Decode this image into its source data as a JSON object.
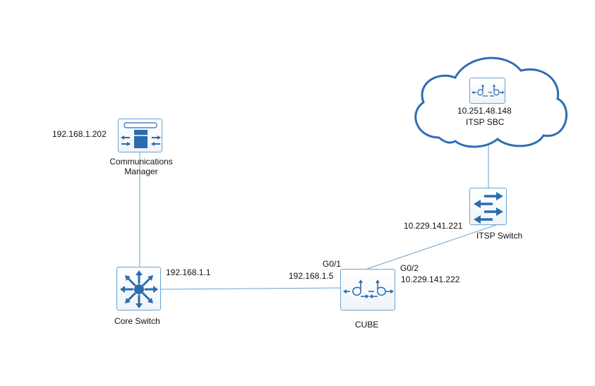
{
  "colors": {
    "line": "#6aa3cf",
    "device_icon": "#2b6cb0",
    "cloud_outline": "#2e6db4"
  },
  "devices": {
    "cucm": {
      "icon": "communications-manager-icon",
      "name_line1": "Communications",
      "name_line2": "Manager",
      "ip": "192.168.1.202"
    },
    "core_switch": {
      "icon": "layer3-switch-icon",
      "name": "Core Switch",
      "ip": "192.168.1.1"
    },
    "cube": {
      "icon": "voice-gateway-icon",
      "name": "CUBE",
      "g01_label": "G0/1",
      "g01_ip": "192.168.1.5",
      "g02_label": "G0/2",
      "g02_ip": "10.229.141.222"
    },
    "itsp_switch": {
      "icon": "workgroup-switch-icon",
      "name": "ITSP Switch",
      "ip": "10.229.141.221"
    },
    "itsp_sbc": {
      "icon": "sbc-icon",
      "name": "ITSP SBC",
      "ip": "10.251.48.148",
      "container": "cloud-icon"
    }
  },
  "links": [
    {
      "from": "cucm",
      "to": "core_switch"
    },
    {
      "from": "core_switch",
      "to": "cube"
    },
    {
      "from": "cube",
      "to": "itsp_switch"
    },
    {
      "from": "itsp_switch",
      "to": "itsp_sbc"
    }
  ]
}
